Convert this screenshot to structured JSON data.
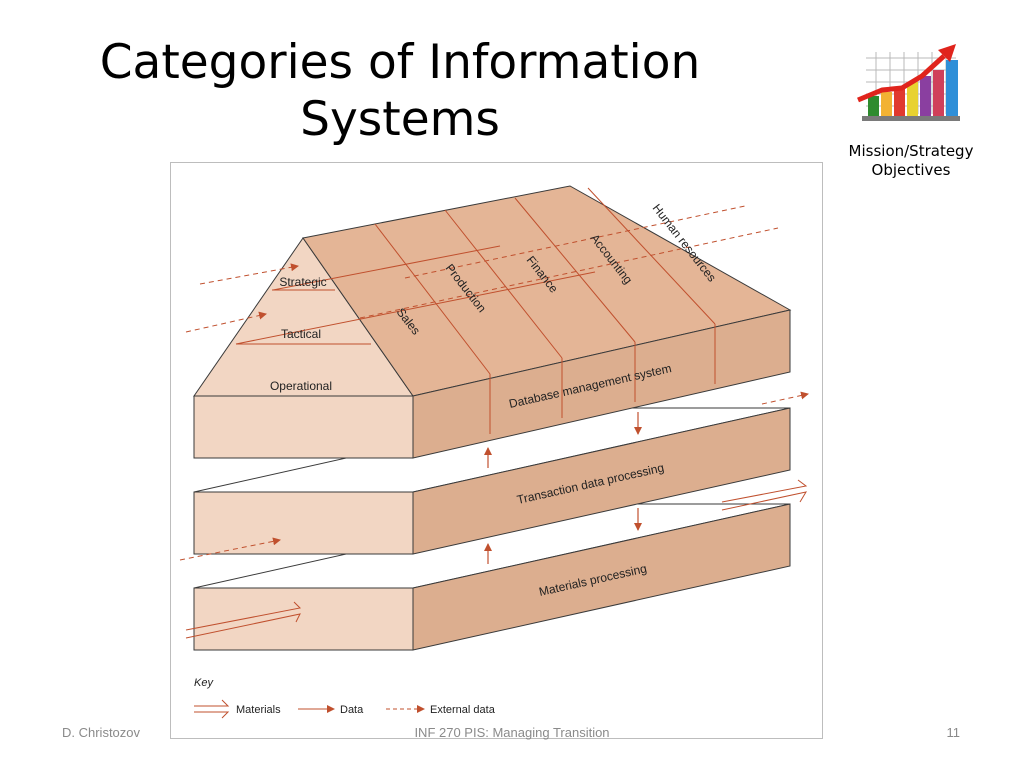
{
  "slide": {
    "title_lines": [
      "Categories of Information",
      "Systems"
    ]
  },
  "badge": {
    "icon": "bar-chart-rising-arrow-icon",
    "label_lines": [
      "Mission/Strategy",
      "Objectives"
    ]
  },
  "diagram": {
    "pyramid_levels": [
      "Strategic",
      "Tactical",
      "Operational"
    ],
    "functional_areas": [
      "Sales",
      "Production",
      "Finance",
      "Accounting",
      "Human resources"
    ],
    "layers": {
      "dbms": "Database management system",
      "transaction": "Transaction data processing",
      "materials": "Materials processing"
    },
    "key": {
      "title": "Key",
      "items": [
        "Materials",
        "Data",
        "External data"
      ]
    },
    "colors": {
      "light_face": "#f2d6c3",
      "mid_face": "#dcae8f",
      "top_face": "#e4b596",
      "line": "#c0502e",
      "outline": "#3a3a3a"
    }
  },
  "footer": {
    "author": "D. Christozov",
    "course": "INF 270 PIS: Managing Transition",
    "page": "11"
  }
}
